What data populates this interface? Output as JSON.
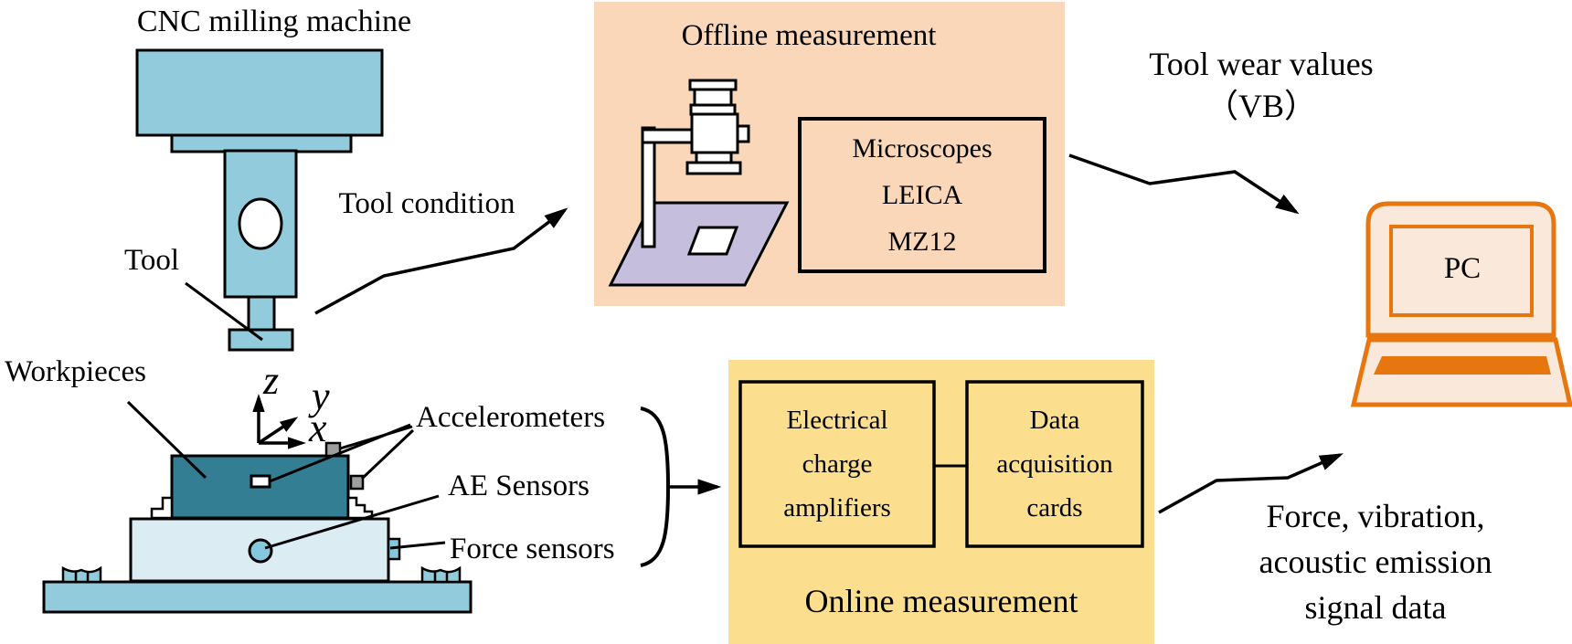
{
  "colors": {
    "machine": "#92cbdb",
    "workpiece": "#337e92",
    "dynamometer": "#dbedf2",
    "base_plate": "#92cbdb",
    "sensor_blue": "#85c7dc",
    "sensor_gray": "#9e9e9e",
    "offline_bg": "#fad7b8",
    "microscope_base": "#c5bedc",
    "online_bg": "#fbdf8e",
    "pc_orange": "#e8760f",
    "pc_fill": "#fae8da",
    "white": "#ffffff",
    "line": "#000000"
  },
  "machine": {
    "title": "CNC milling machine",
    "tool_label": "Tool",
    "tool_condition_label": "Tool condition"
  },
  "workpiece_area": {
    "workpieces_label": "Workpieces",
    "axes": {
      "x": "x",
      "y": "y",
      "z": "z"
    },
    "sensor_labels": {
      "accelerometers": "Accelerometers",
      "ae_sensors": "AE Sensors",
      "force_sensors": "Force sensors"
    }
  },
  "offline": {
    "title": "Offline measurement",
    "microscope_lines": [
      "Microscopes",
      "LEICA",
      "MZ12"
    ]
  },
  "online": {
    "title": "Online measurement",
    "amplifier_lines": [
      "Electrical",
      "charge",
      "amplifiers"
    ],
    "daq_lines": [
      "Data",
      "acquisition",
      "cards"
    ]
  },
  "outputs": {
    "tool_wear_line1": "Tool wear values",
    "tool_wear_line2": "（VB）",
    "signals_lines": [
      "Force, vibration,",
      "acoustic emission",
      "signal data"
    ],
    "pc_label": "PC"
  }
}
